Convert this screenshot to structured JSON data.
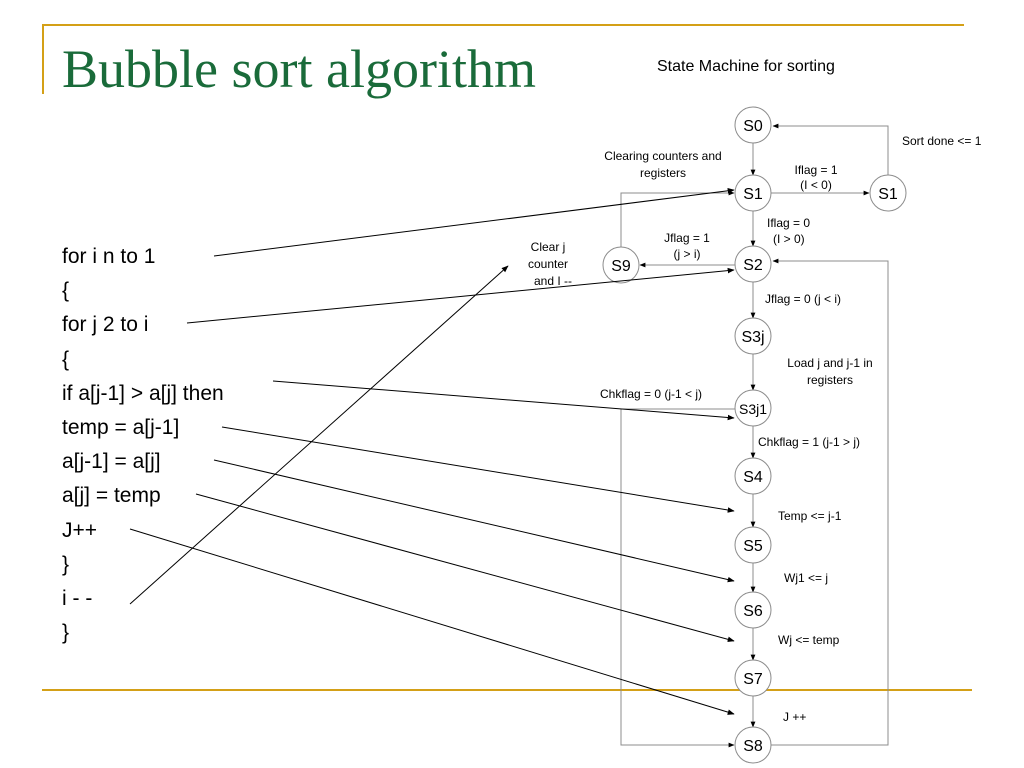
{
  "title": "Bubble sort algorithm",
  "state_machine_title": "State Machine for sorting",
  "code_lines": [
    "for i n to 1",
    "{",
    "for j 2 to i",
    "{",
    "if a[j-1] > a[j] then",
    "temp = a[j-1]",
    "a[j-1] = a[j]",
    "a[j] = temp",
    "J++",
    "}",
    "i -  -",
    "}"
  ],
  "states": {
    "s0": "S0",
    "s1": "S1",
    "s1b": "S1",
    "s2": "S2",
    "s9": "S9",
    "s3j": "S3j",
    "s3j1": "S3j1",
    "s4": "S4",
    "s5": "S5",
    "s6": "S6",
    "s7": "S7",
    "s8": "S8"
  },
  "labels": {
    "clearing_1": "Clearing counters and",
    "clearing_2": "registers",
    "sort_done": "Sort done <= 1",
    "iflag1_1": "Iflag = 1",
    "iflag1_2": "(I < 0)",
    "iflag0_1": "Iflag = 0",
    "iflag0_2": "(I > 0)",
    "jflag1_1": "Jflag = 1",
    "jflag1_2": "(j > i)",
    "clearj_1": "Clear j",
    "clearj_2": "counter",
    "clearj_3": "and I --",
    "jflag0": "Jflag = 0 (j < i)",
    "load_1": "Load j and j-1 in",
    "load_2": "registers",
    "chk0": "Chkflag = 0 (j-1 < j)",
    "chk1": "Chkflag = 1 (j-1 > j)",
    "temp": "Temp <= j-1",
    "wj1": "Wj1 <= j",
    "wj": "Wj <= temp",
    "jpp": "J ++"
  },
  "colors": {
    "title": "#1a6b3a",
    "decoration": "#d4a017",
    "diagram_line": "#8c8c8c"
  }
}
